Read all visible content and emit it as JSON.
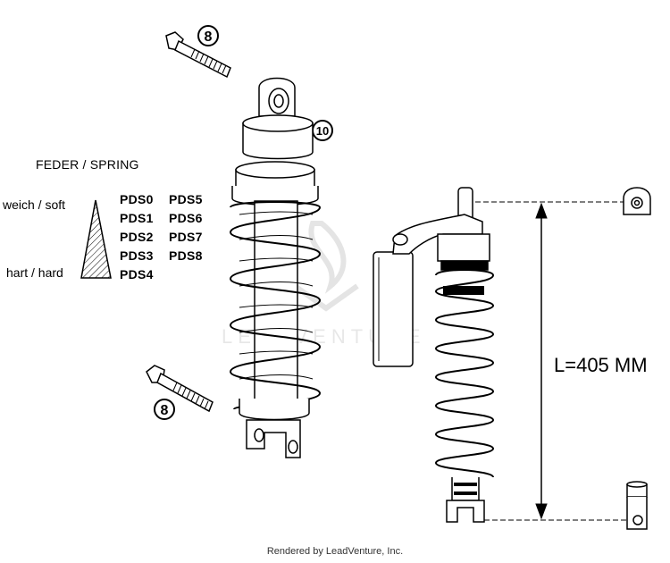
{
  "diagram": {
    "legend": {
      "title": "FEDER / SPRING",
      "soft_label": "weich / soft",
      "hard_label": "hart / hard",
      "springs": [
        "PDS0",
        "PDS1",
        "PDS2",
        "PDS3",
        "PDS4",
        "PDS5",
        "PDS6",
        "PDS7",
        "PDS8"
      ]
    },
    "callouts": {
      "bolt_top": "8",
      "bolt_bottom": "8",
      "shock": "10"
    },
    "dimension": {
      "length_label": "L=405 MM"
    },
    "watermark": "LEADVENTURE",
    "footer": "Rendered by LeadVenture, Inc."
  }
}
